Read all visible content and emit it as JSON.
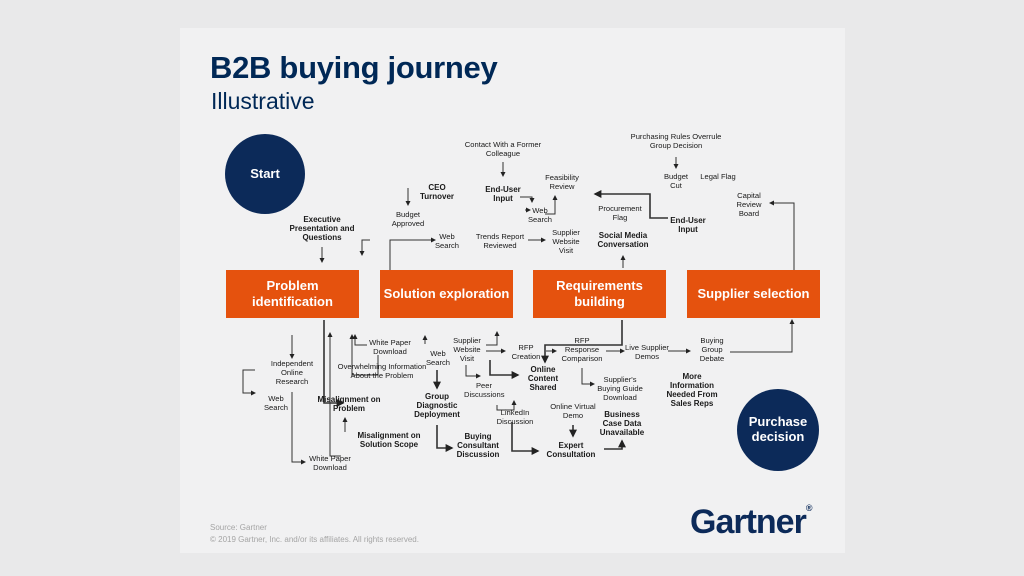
{
  "title": "B2B buying journey",
  "subtitle": "Illustrative",
  "start_label": "Start",
  "end_label": "Purchase decision",
  "stages": [
    {
      "id": "problem-identification",
      "label": "Problem identification"
    },
    {
      "id": "solution-exploration",
      "label": "Solution exploration"
    },
    {
      "id": "requirements-building",
      "label": "Requirements building"
    },
    {
      "id": "supplier-selection",
      "label": "Supplier selection"
    }
  ],
  "activities": {
    "executive_presentation": "Executive Presentation and Questions",
    "ceo_turnover": "CEO Turnover",
    "budget_approved": "Budget Approved",
    "web_search_top": "Web Search",
    "contact_colleague": "Contact With a Former Colleague",
    "end_user_input_1": "End-User Input",
    "web_search_mid": "Web Search",
    "feasibility_review": "Feasibility Review",
    "trends_report": "Trends Report Reviewed",
    "supplier_website_visit_top": "Supplier Website Visit",
    "procurement_flag": "Procurement Flag",
    "social_media": "Social Media Conversation",
    "purchasing_rules": "Purchasing Rules Overrule Group Decision",
    "budget_cut": "Budget Cut",
    "legal_flag": "Legal Flag",
    "end_user_input_2": "End-User Input",
    "capital_review": "Capital Review Board",
    "independent_research": "Independent Online Research",
    "web_search_left": "Web Search",
    "white_paper_left": "White Paper Download",
    "misalignment_problem": "Misalignment on Problem",
    "misalignment_scope": "Misalignment on Solution Scope",
    "white_paper_mid": "White Paper Download",
    "overwhelming_info": "Overwhelming Information About the Problem",
    "web_search_bottom": "Web Search",
    "group_diagnostic": "Group Diagnostic Deployment",
    "buying_consultant": "Buying Consultant Discussion",
    "supplier_website_visit_bottom": "Supplier Website Visit",
    "peer_discussions": "Peer Discussions",
    "linkedin_discussion": "LinkedIn Discussion",
    "rfp_creation": "RFP Creation",
    "online_content": "Online Content Shared",
    "rfp_comparison": "RFP Response Comparison",
    "buying_guide": "Supplier's Buying Guide Download",
    "online_virtual_demo": "Online Virtual Demo",
    "expert_consultation": "Expert Consultation",
    "business_case": "Business Case Data Unavailable",
    "live_demos": "Live Supplier Demos",
    "buying_group_debate": "Buying Group Debate",
    "more_info": "More Information Needed From Sales Reps"
  },
  "source": "Source: Gartner",
  "copyright": "© 2019 Gartner, Inc. and/or its affiliates. All rights reserved.",
  "logo_text": "Gartner",
  "colors": {
    "navy": "#0c2a59",
    "orange": "#e5520e",
    "background": "#f1f1f2"
  }
}
